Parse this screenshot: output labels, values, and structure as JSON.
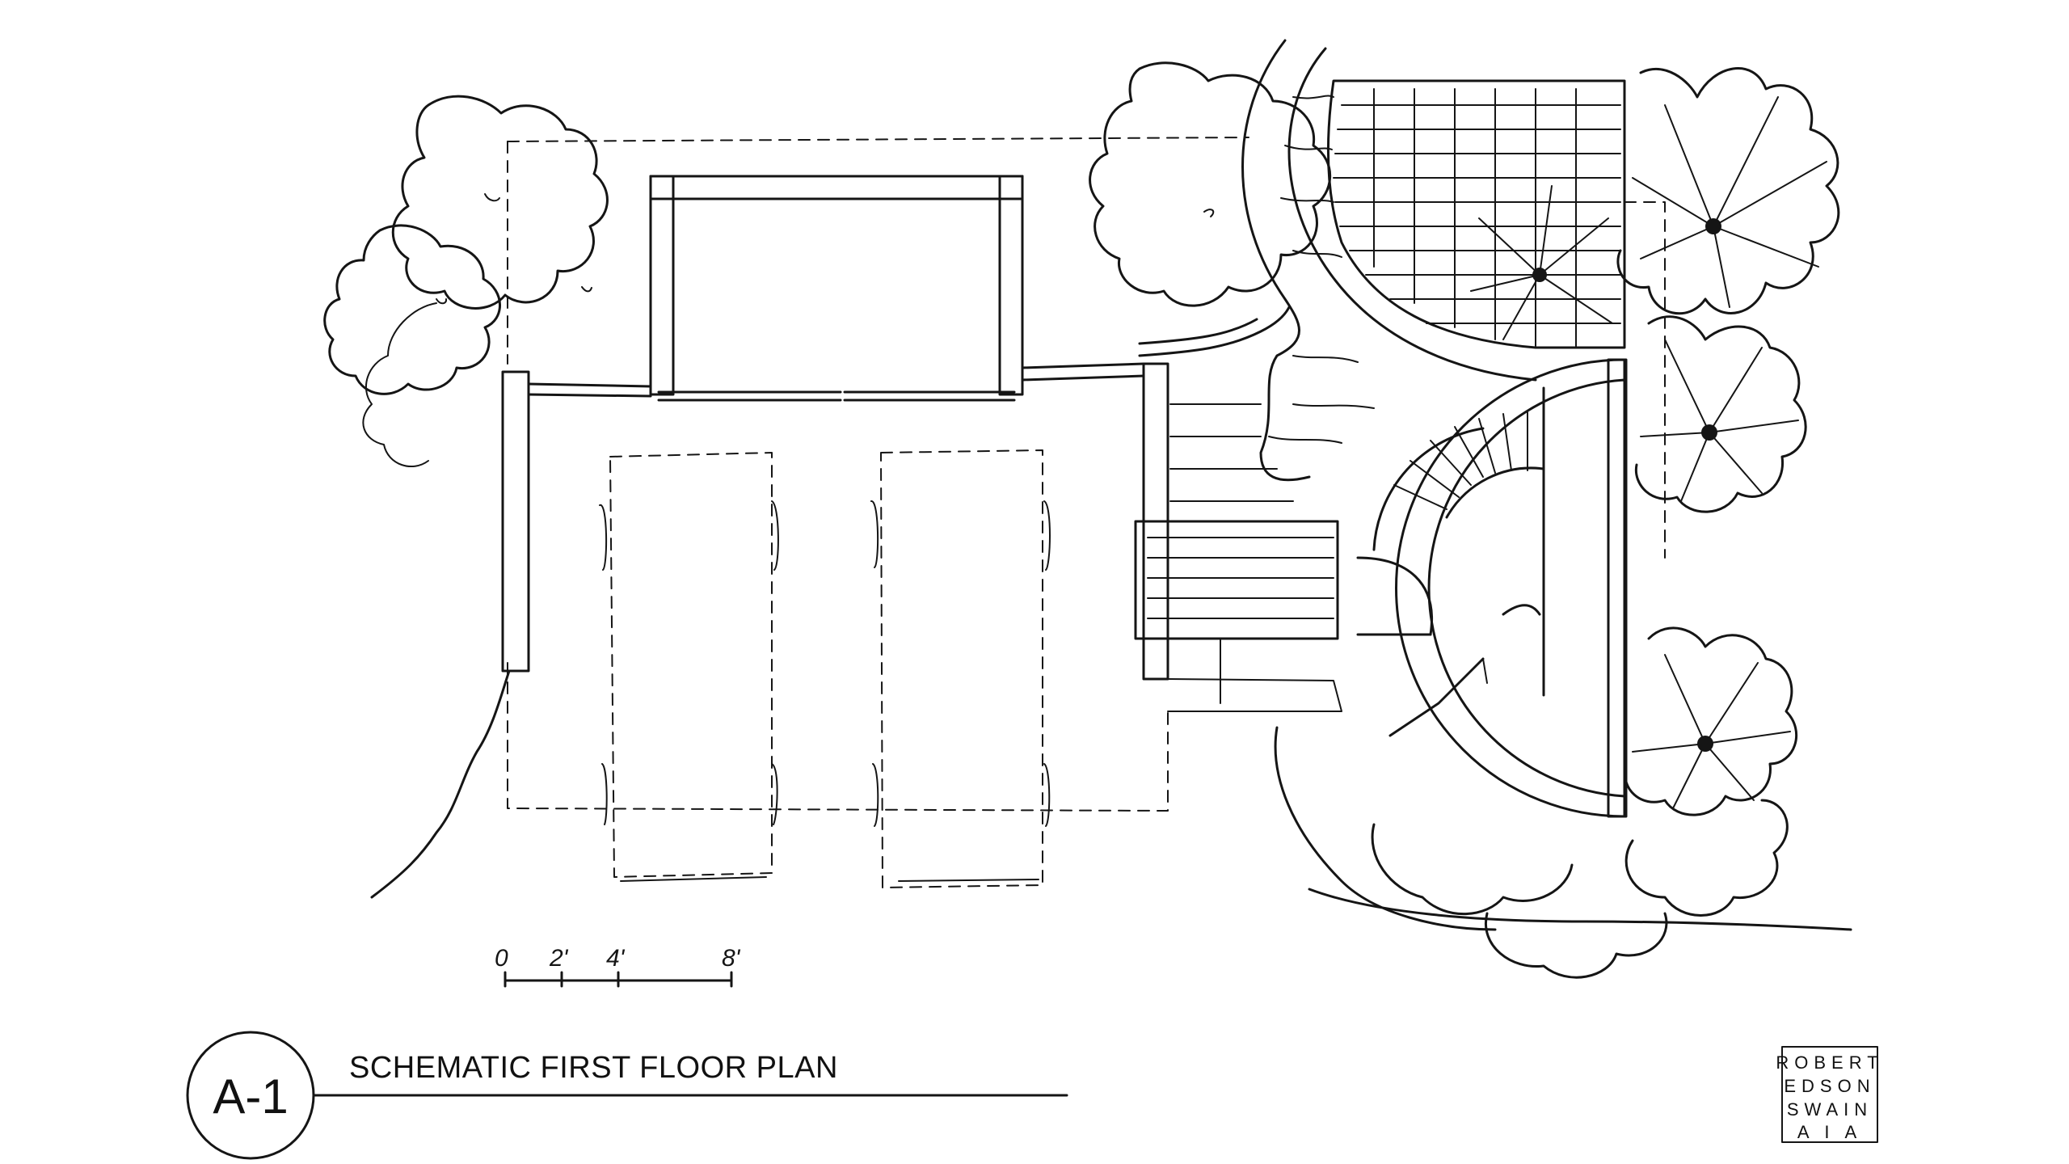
{
  "title_block": {
    "sheet_id": "A-1",
    "title": "SCHEMATIC FIRST FLOOR PLAN"
  },
  "scale_bar": {
    "ticks": [
      "0",
      "2'",
      "4'",
      "8'"
    ]
  },
  "stamp": {
    "lines": [
      "ROBERT",
      "EDSON",
      "SWAIN",
      "A I A"
    ]
  },
  "colors": {
    "ink": "#151515",
    "paper": "#ffffff"
  }
}
